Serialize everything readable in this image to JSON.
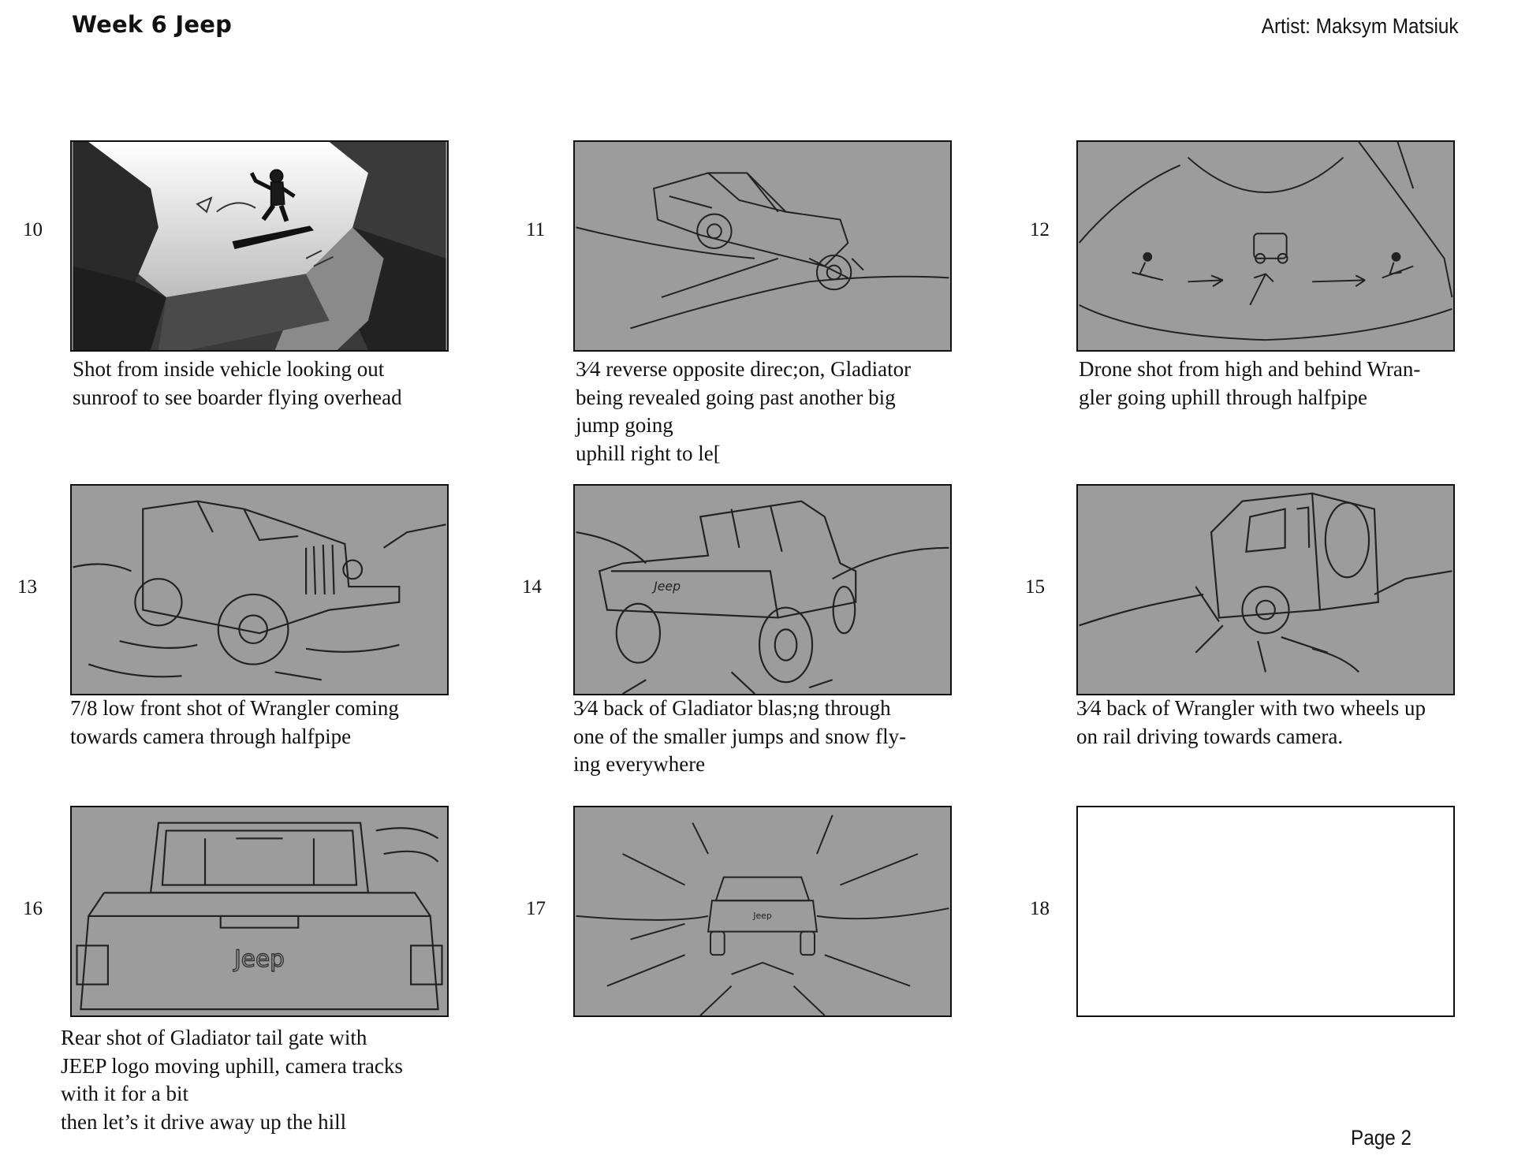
{
  "header": {
    "title": "Week 6 Jeep",
    "artist": "Artist: Maksym Matsiuk"
  },
  "footer": {
    "page": "Page 2"
  },
  "panels": [
    {
      "number": "10",
      "caption": "Shot from inside vehicle looking out\nsunroof to see boarder flying overhead",
      "drawing": "sunroof-boarder-sketch"
    },
    {
      "number": "11",
      "caption": "3⁄4 reverse opposite direc;on, Gladiator\nbeing revealed going past another big\njump going\nuphill right to le[",
      "drawing": "gladiator-jump-sketch"
    },
    {
      "number": "12",
      "caption": "Drone shot from high and behind Wran-\ngler going uphill through halfpipe",
      "drawing": "halfpipe-drone-sketch"
    },
    {
      "number": "13",
      "caption": "7/8 low front shot of Wrangler coming\ntowards camera through halfpipe",
      "drawing": "wrangler-front-sketch"
    },
    {
      "number": "14",
      "caption": "3⁄4 back of Gladiator blas;ng through\none of the smaller jumps and snow fly-\ning everywhere",
      "drawing": "gladiator-back-sketch"
    },
    {
      "number": "15",
      "caption": "3⁄4 back of Wrangler with two wheels up\non rail driving towards camera.",
      "drawing": "wrangler-rail-sketch"
    },
    {
      "number": "16",
      "caption": "Rear shot of Gladiator tail gate with\nJEEP logo moving uphill, camera tracks\nwith it for a bit\nthen let’s it drive away up the hill",
      "drawing": "tailgate-logo-sketch"
    },
    {
      "number": "17",
      "caption": "",
      "drawing": "gladiator-driving-away-sketch"
    },
    {
      "number": "18",
      "caption": "",
      "drawing": "empty-frame"
    }
  ],
  "logo_text": {
    "p14": "Jeep",
    "p16": "Jeep",
    "p17": "Jeep"
  }
}
